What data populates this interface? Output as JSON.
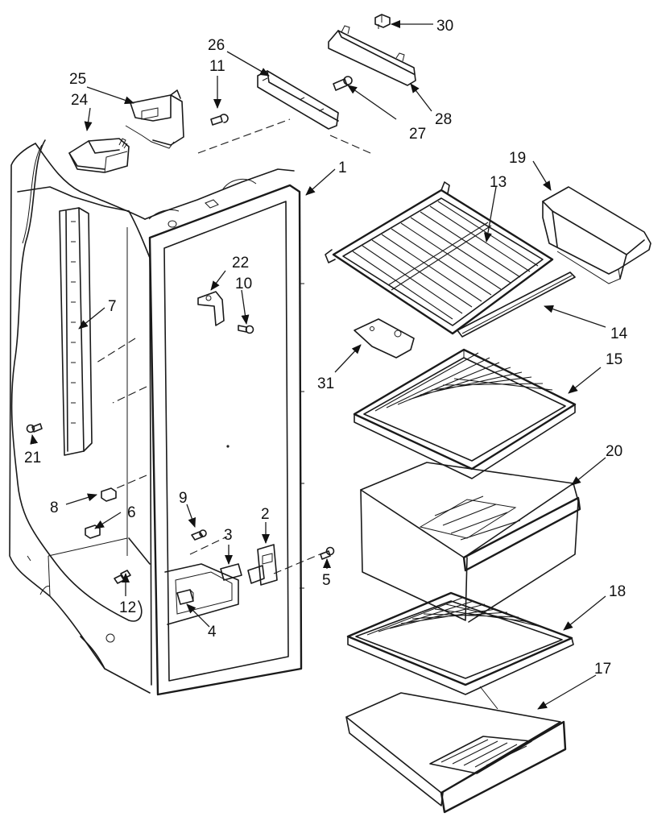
{
  "callouts": [
    {
      "id": "p1",
      "label": "1"
    },
    {
      "id": "p2",
      "label": "2"
    },
    {
      "id": "p3",
      "label": "3"
    },
    {
      "id": "p4",
      "label": "4"
    },
    {
      "id": "p5",
      "label": "5"
    },
    {
      "id": "p6",
      "label": "6"
    },
    {
      "id": "p7",
      "label": "7"
    },
    {
      "id": "p8",
      "label": "8"
    },
    {
      "id": "p9",
      "label": "9"
    },
    {
      "id": "p10",
      "label": "10"
    },
    {
      "id": "p11",
      "label": "11"
    },
    {
      "id": "p12",
      "label": "12"
    },
    {
      "id": "p13",
      "label": "13"
    },
    {
      "id": "p14",
      "label": "14"
    },
    {
      "id": "p15",
      "label": "15"
    },
    {
      "id": "p17",
      "label": "17"
    },
    {
      "id": "p18",
      "label": "18"
    },
    {
      "id": "p19",
      "label": "19"
    },
    {
      "id": "p20",
      "label": "20"
    },
    {
      "id": "p21",
      "label": "21"
    },
    {
      "id": "p22",
      "label": "22"
    },
    {
      "id": "p24",
      "label": "24"
    },
    {
      "id": "p25",
      "label": "25"
    },
    {
      "id": "p26",
      "label": "26"
    },
    {
      "id": "p27",
      "label": "27"
    },
    {
      "id": "p28",
      "label": "28"
    },
    {
      "id": "p30",
      "label": "30"
    },
    {
      "id": "p31",
      "label": "31"
    }
  ]
}
